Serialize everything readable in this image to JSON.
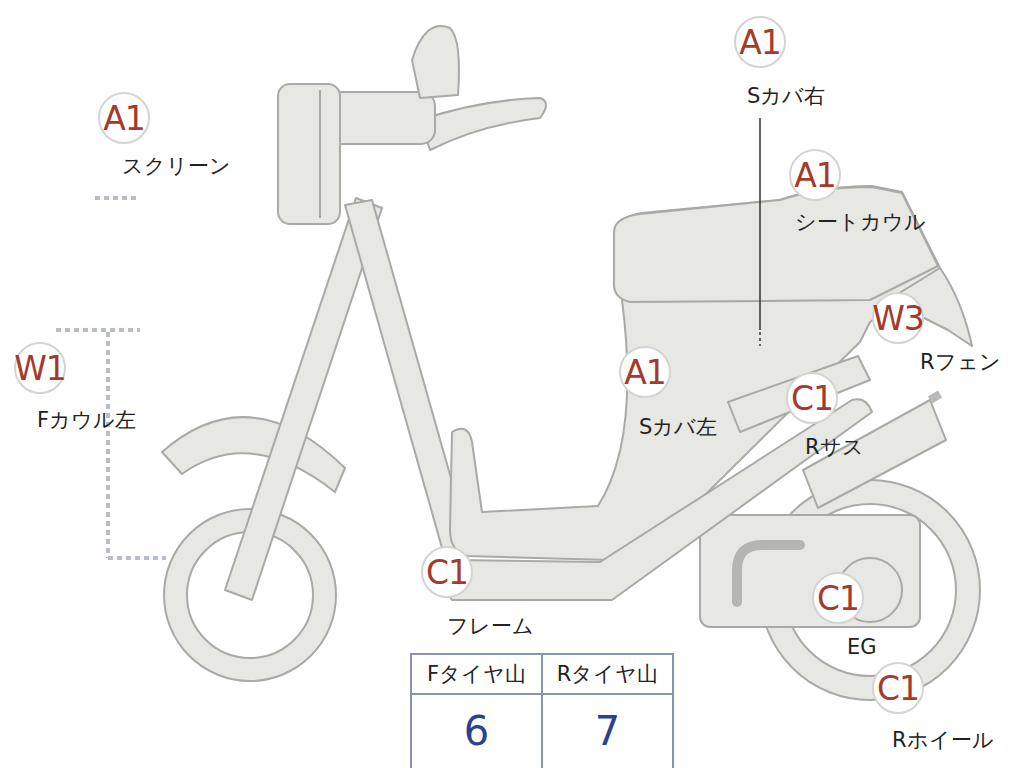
{
  "diagram": {
    "nodes": [
      {
        "text": [
          "A1",
          "Sカバ右"
        ]
      },
      {
        "text": [
          "A1",
          "スクリーン"
        ]
      },
      {
        "text": [
          "A1",
          "シートカウル"
        ]
      },
      {
        "text": [
          "W3",
          "Rフェン"
        ]
      },
      {
        "text": [
          "W1",
          "Fカウル左"
        ]
      },
      {
        "text": [
          "A1",
          "Sカバ左"
        ]
      },
      {
        "text": [
          "C1",
          "Rサス"
        ]
      },
      {
        "text": [
          "C1",
          "フレーム"
        ]
      },
      {
        "text": [
          "C1",
          "EG"
        ]
      },
      {
        "text": [
          "C1",
          "Rホイール"
        ]
      }
    ],
    "labels": [
      "Fタイヤ山",
      "Rタイヤ山",
      "6",
      "7"
    ]
  }
}
